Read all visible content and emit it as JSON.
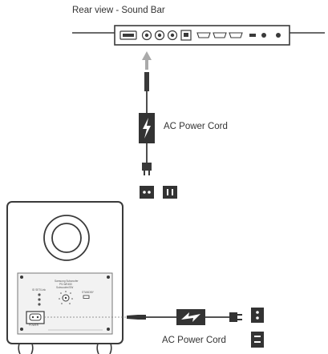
{
  "header": {
    "title": "Rear view - Sound Bar"
  },
  "top_cord": {
    "label": "AC Power Cord"
  },
  "bottom_cord": {
    "label": "AC Power Cord"
  },
  "subwoofer_panel": {
    "brand_line": "Samsung Subwoofer",
    "model_line": "PS-WE450",
    "sub_line": "Subwoofer/SW",
    "left_caption": "ID SET/Link",
    "right_caption": "STANDBY",
    "power_caption": "POWER"
  },
  "colors": {
    "line": "#3a3a3a",
    "fill_dark": "#333333",
    "arrow": "#aaaaaa",
    "panel": "#f2f2f2",
    "outline": "#777777"
  }
}
